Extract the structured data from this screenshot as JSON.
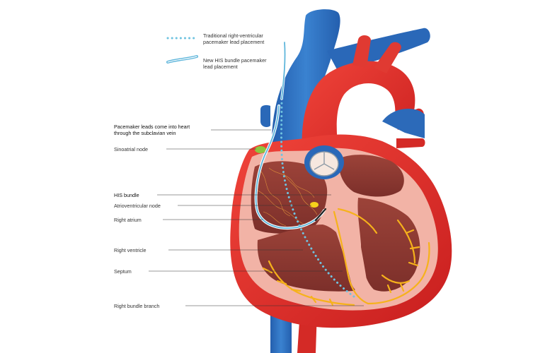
{
  "legend": {
    "traditional": "Traditional right-ventricular\npacemaker lead placement",
    "his": "New HIS bundle pacemaker\nlead placement"
  },
  "labels": {
    "subclavian": "Pacemaker leads come into heart\nthrough the subclavian vein",
    "sinoatrial": "Sinoatrial node",
    "his_bundle": "HIS bundle",
    "av_node": "Atrioventricular node",
    "right_atrium": "Right atrium",
    "right_ventricle": "Right ventricle",
    "septum": "Septum",
    "right_bundle": "Right bundle branch"
  },
  "colors": {
    "artery_red": "#e8302c",
    "artery_dark": "#c51f1f",
    "vein_blue": "#2e6fbf",
    "muscle_pink": "#f2b3a6",
    "chamber_brown": "#8e3b33",
    "conduction_yellow": "#f6b21b",
    "lead_blue": "#6fc3e0",
    "node_green": "#8cc63f"
  }
}
